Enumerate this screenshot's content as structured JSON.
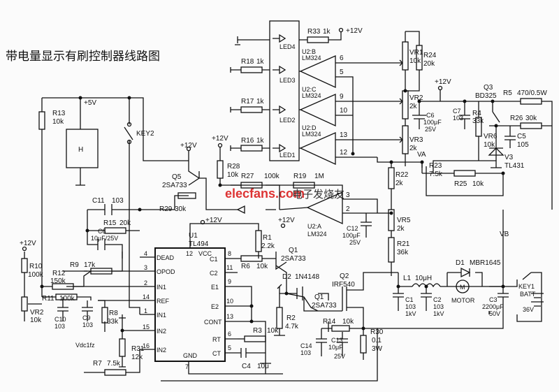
{
  "title": "带电量显示有刷控制器线路图",
  "watermark": {
    "brand": "elecfans.com",
    "cn": "电子发烧友"
  },
  "leds": [
    "LED4",
    "LED3",
    "LED2",
    "LED1"
  ],
  "opamps": {
    "b": {
      "name": "U2:B",
      "part": "LM324",
      "pins": [
        "6",
        "5"
      ]
    },
    "c": {
      "name": "U2:C",
      "part": "LM324",
      "pins": [
        "9",
        "10"
      ]
    },
    "d": {
      "name": "U2:D",
      "part": "LM324",
      "pins": [
        "13",
        "12"
      ]
    },
    "a": {
      "name": "U2:A",
      "part": "LM324",
      "pins": [
        "3",
        "2"
      ]
    }
  },
  "supply": {
    "v12": "+12V",
    "v5": "+5V"
  },
  "resistors": {
    "r33": [
      "R33",
      "1k"
    ],
    "r18": [
      "R18",
      "1k"
    ],
    "r17": [
      "R17",
      "1k"
    ],
    "r16": [
      "R16",
      "1k"
    ],
    "vr1": [
      "VR1",
      "10k"
    ],
    "r24": [
      "R24",
      "20k"
    ],
    "vr2": [
      "VR2",
      "2k"
    ],
    "vr3": [
      "VR3",
      "2k"
    ],
    "r5": [
      "R5",
      "470/0.5W"
    ],
    "r4": [
      "R4",
      "33k"
    ],
    "r26": [
      "R26",
      "30k"
    ],
    "vr6": [
      "VR6",
      "10k"
    ],
    "r22": [
      "R22",
      "2k"
    ],
    "r23": [
      "R23",
      "7.5k"
    ],
    "r25": [
      "R25",
      "10k"
    ],
    "vr5": [
      "VR5",
      "2k"
    ],
    "r21": [
      "R21",
      "36k"
    ],
    "r13": [
      "R13",
      "10k"
    ],
    "r28": [
      "R28",
      "10k"
    ],
    "r27": [
      "R27",
      "100k"
    ],
    "r19": [
      "R19",
      "1M"
    ],
    "r29": [
      "R29",
      "30k"
    ],
    "r15": [
      "R15",
      "20k"
    ],
    "r9": [
      "R9",
      "17k"
    ],
    "r10": [
      "R10",
      "100k"
    ],
    "r12": [
      "R12",
      "150k"
    ],
    "r11": [
      "R11",
      "100k"
    ],
    "vr2b": [
      "VR2",
      "10k"
    ],
    "r8": [
      "R8",
      "33k"
    ],
    "r31": [
      "R31",
      "12k"
    ],
    "r7": [
      "R7",
      "7.5k"
    ],
    "r1": [
      "R1",
      "2.2k"
    ],
    "r6": [
      "R6",
      "10k"
    ],
    "r3": [
      "R3",
      "10k"
    ],
    "r2": [
      "R2",
      "4.7k"
    ],
    "r14": [
      "R14",
      "10k"
    ],
    "r30": [
      "R30",
      "0.1",
      "3W"
    ]
  },
  "capacitors": {
    "c6": [
      "C6",
      "100μF",
      "25V"
    ],
    "c7": [
      "C7",
      "103"
    ],
    "c5": [
      "C5",
      "105"
    ],
    "c12": [
      "C12",
      "100μF",
      "25V"
    ],
    "c11": [
      "C11",
      "103"
    ],
    "c8": [
      "C8",
      "10μF/25V"
    ],
    "c10": [
      "C10",
      "103"
    ],
    "c9": [
      "C9",
      "103"
    ],
    "c4": [
      "C4",
      "10μ"
    ],
    "c14": [
      "C14",
      "103"
    ],
    "c13": [
      "C13",
      "10μF",
      "25V"
    ],
    "c1": [
      "C1",
      "103",
      "1kV"
    ],
    "c2": [
      "C2",
      "103",
      "1kV"
    ],
    "c3": [
      "C3",
      "2200μF",
      "50V"
    ]
  },
  "semis": {
    "q3": [
      "Q3",
      "BD325"
    ],
    "v3": [
      "V3",
      "TL431"
    ],
    "q5": [
      "Q5",
      "2SA733"
    ],
    "q1": [
      "Q1",
      "2SA733"
    ],
    "q1b": [
      "Q1",
      "2SA733"
    ],
    "q2": [
      "Q2",
      "IRF540"
    ],
    "d2": [
      "D2",
      "1N4148"
    ],
    "d1": [
      "D1",
      "MBR1645"
    ]
  },
  "inductor": [
    "L1",
    "10μH"
  ],
  "motor": "MOTOR",
  "motor_symbol": "M",
  "hall": "H",
  "key2": "KEY2",
  "key1": [
    "KEY1",
    "BATT",
    "36V"
  ],
  "nets": {
    "va": "VA",
    "vb": "VB"
  },
  "tl494": {
    "name": "U1",
    "part": "TL494",
    "left_pins": [
      [
        "4",
        "DEAD"
      ],
      [
        "3",
        "OPOD"
      ],
      [
        "2",
        "IN1"
      ],
      [
        "14",
        "REF"
      ],
      [
        "1",
        "IN1"
      ],
      [
        "15",
        "IN2"
      ],
      [
        "16",
        "IN2"
      ]
    ],
    "right_pins": [
      [
        "8",
        "C1"
      ],
      [
        "11",
        "C2"
      ],
      [
        "9",
        "E1"
      ],
      [
        "10",
        "E2"
      ],
      [
        "13",
        "CONT"
      ],
      [
        "6",
        "RT"
      ],
      [
        "5",
        "CT"
      ]
    ],
    "top_pin": [
      "12",
      "VCC"
    ],
    "bottom_pin": [
      "7",
      "GND"
    ]
  },
  "handwritten": "Vdc1fz"
}
